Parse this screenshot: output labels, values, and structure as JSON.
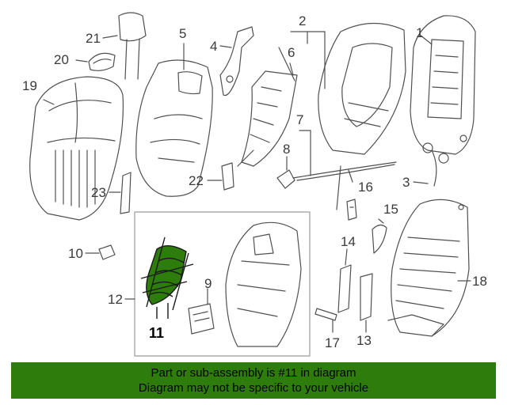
{
  "colors": {
    "line": "#505050",
    "highlight": "#2e7d0c",
    "banner": "#2e7d0c"
  },
  "callouts": {
    "c1": "1",
    "c2": "2",
    "c3": "3",
    "c4": "4",
    "c5": "5",
    "c6": "6",
    "c7": "7",
    "c8": "8",
    "c9": "9",
    "c10": "10",
    "c11": "11",
    "c12": "12",
    "c13": "13",
    "c14": "14",
    "c15": "15",
    "c16": "16",
    "c17": "17",
    "c18": "18",
    "c19": "19",
    "c20": "20",
    "c21": "21",
    "c22": "22",
    "c23": "23"
  },
  "banner": {
    "line1": "Part or sub-assembly is #11 in diagram",
    "line2": "Diagram may not be specific to your vehicle"
  }
}
